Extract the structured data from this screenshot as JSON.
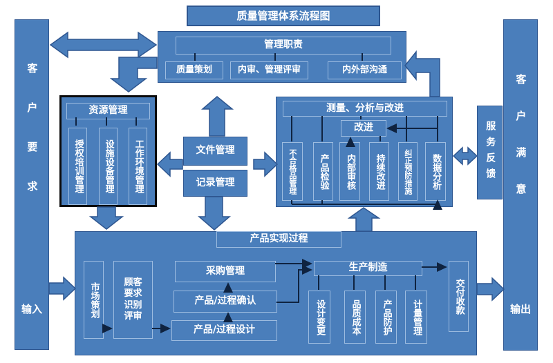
{
  "title": "质量管理体系流程图",
  "colors": {
    "box_fill": "#4A7EBB",
    "box_border_dark": "#2E5690",
    "inner_border_light": "#9DBCE0",
    "connector_line": "#0F2340",
    "black_frame": "#0A0A0A",
    "text": "#FFFFFF",
    "background": "#FFFFFF"
  },
  "left_bar": {
    "label": "客户要求",
    "input": "输入"
  },
  "right_bar": {
    "label": "客户满意",
    "output": "输出"
  },
  "service_feedback": {
    "label": "服务反馈"
  },
  "management": {
    "header": "管理职责",
    "items": [
      "质量策划",
      "内审、管理评审",
      "内外部沟通"
    ]
  },
  "resources": {
    "header": "资源管理",
    "items": [
      "授权培训管理",
      "设施设备管理",
      "工作环境管理"
    ]
  },
  "document_mgmt": {
    "label": "文件管理"
  },
  "record_mgmt": {
    "label": "记录管理"
  },
  "measurement": {
    "header": "测量、分析与改进",
    "improve": "改进",
    "items": [
      "不合格品管理",
      "产品检验",
      "内部审核",
      "持续改进",
      "纠正预防措施",
      "数据分析"
    ]
  },
  "realization": {
    "header": "产品实现过程",
    "market_planning": "市场策划",
    "customer_req_review": "顾客要求识别评审",
    "purchasing": "采购管理",
    "process_confirm": "产品/过程确认",
    "process_design": "产品/过程设计",
    "production": "生产制造",
    "production_items": [
      "设计变更",
      "品质成本",
      "产品防护",
      "计量管理"
    ],
    "delivery": "交付收款"
  }
}
